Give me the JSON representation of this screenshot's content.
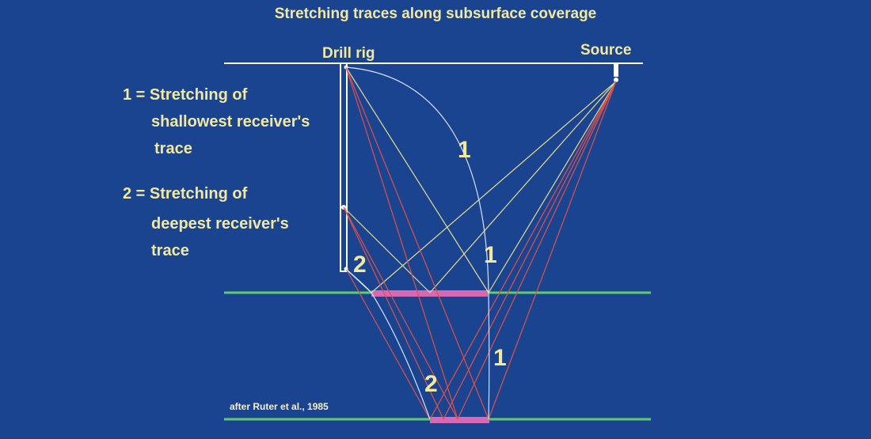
{
  "title": "Stretching traces along subsurface coverage",
  "labels": {
    "drill_rig": "Drill rig",
    "source": "Source"
  },
  "legend": {
    "item1": {
      "line1": "1 = Stretching of",
      "line2": "shallowest receiver's",
      "line3": "trace"
    },
    "item2": {
      "line1": "2 = Stretching of",
      "line2": "deepest receiver's",
      "line3": "trace"
    }
  },
  "markers": {
    "m1_upper": "1",
    "m1_middle": "1",
    "m1_lower": "1",
    "m2_upper": "2",
    "m2_lower": "2"
  },
  "credit": "after Ruter et al., 1985",
  "colors": {
    "background": "#1b4490",
    "text": "#f2e89e",
    "surface_line": "#ffffff",
    "reflector": "#5ccf6a",
    "coverage_bar": "#d768b4",
    "ray_yellow": "#e6dc8f",
    "ray_red": "#e0504a",
    "stretch_curve": "#d6e4ff"
  }
}
